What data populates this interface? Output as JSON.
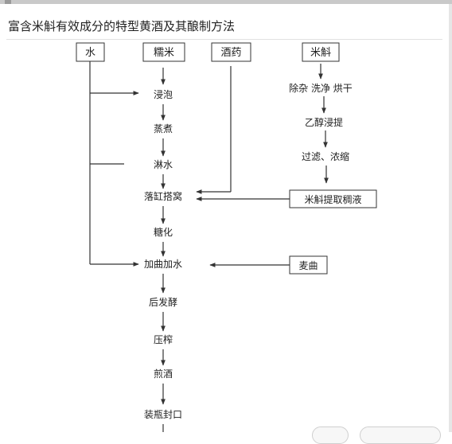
{
  "page": {
    "title": "富含米斛有效成分的特型黄酒及其酿制方法"
  },
  "diagram": {
    "inputs": {
      "water": "水",
      "glutinous_rice": "糯米",
      "yeast": "酒药",
      "mihu": "米斛"
    },
    "main_steps": [
      "浸泡",
      "蒸煮",
      "淋水",
      "落缸搭窝",
      "糖化",
      "加曲加水",
      "后发酵",
      "压榨",
      "煎酒",
      "装瓶封口"
    ],
    "mihu_steps": {
      "step1": "除杂  洗净  烘干",
      "step2": "乙醇浸提",
      "step3": "过滤、浓缩"
    },
    "extract_box": "米斛提取稠液",
    "wheat_koji_box": "麦曲"
  },
  "colors": {
    "line": "#333333",
    "text": "#222222",
    "topbar": "#c9c9c9"
  }
}
